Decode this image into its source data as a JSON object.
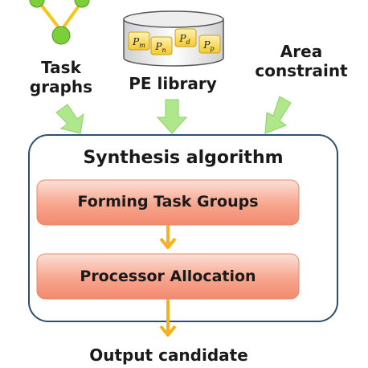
{
  "inputs": {
    "task_graphs": {
      "line1": "Task",
      "line2": "graphs"
    },
    "pe_library": {
      "label": "PE library",
      "elements": [
        "P_m",
        "P_n",
        "P_d",
        "P_p"
      ]
    },
    "area_constraint": {
      "line1": "Area",
      "line2": "constraint"
    }
  },
  "synthesis": {
    "title": "Synthesis algorithm",
    "steps": [
      "Forming Task Groups",
      "Processor Allocation"
    ]
  },
  "output": {
    "label": "Output candidate"
  },
  "colors": {
    "node_green": "#7ccf3a",
    "edge_yellow": "#f5c518",
    "input_arrow": "#aee88a",
    "flow_arrow": "#f5b21e",
    "step_box": "#f7a58e",
    "container_border": "#2e4f6e"
  }
}
